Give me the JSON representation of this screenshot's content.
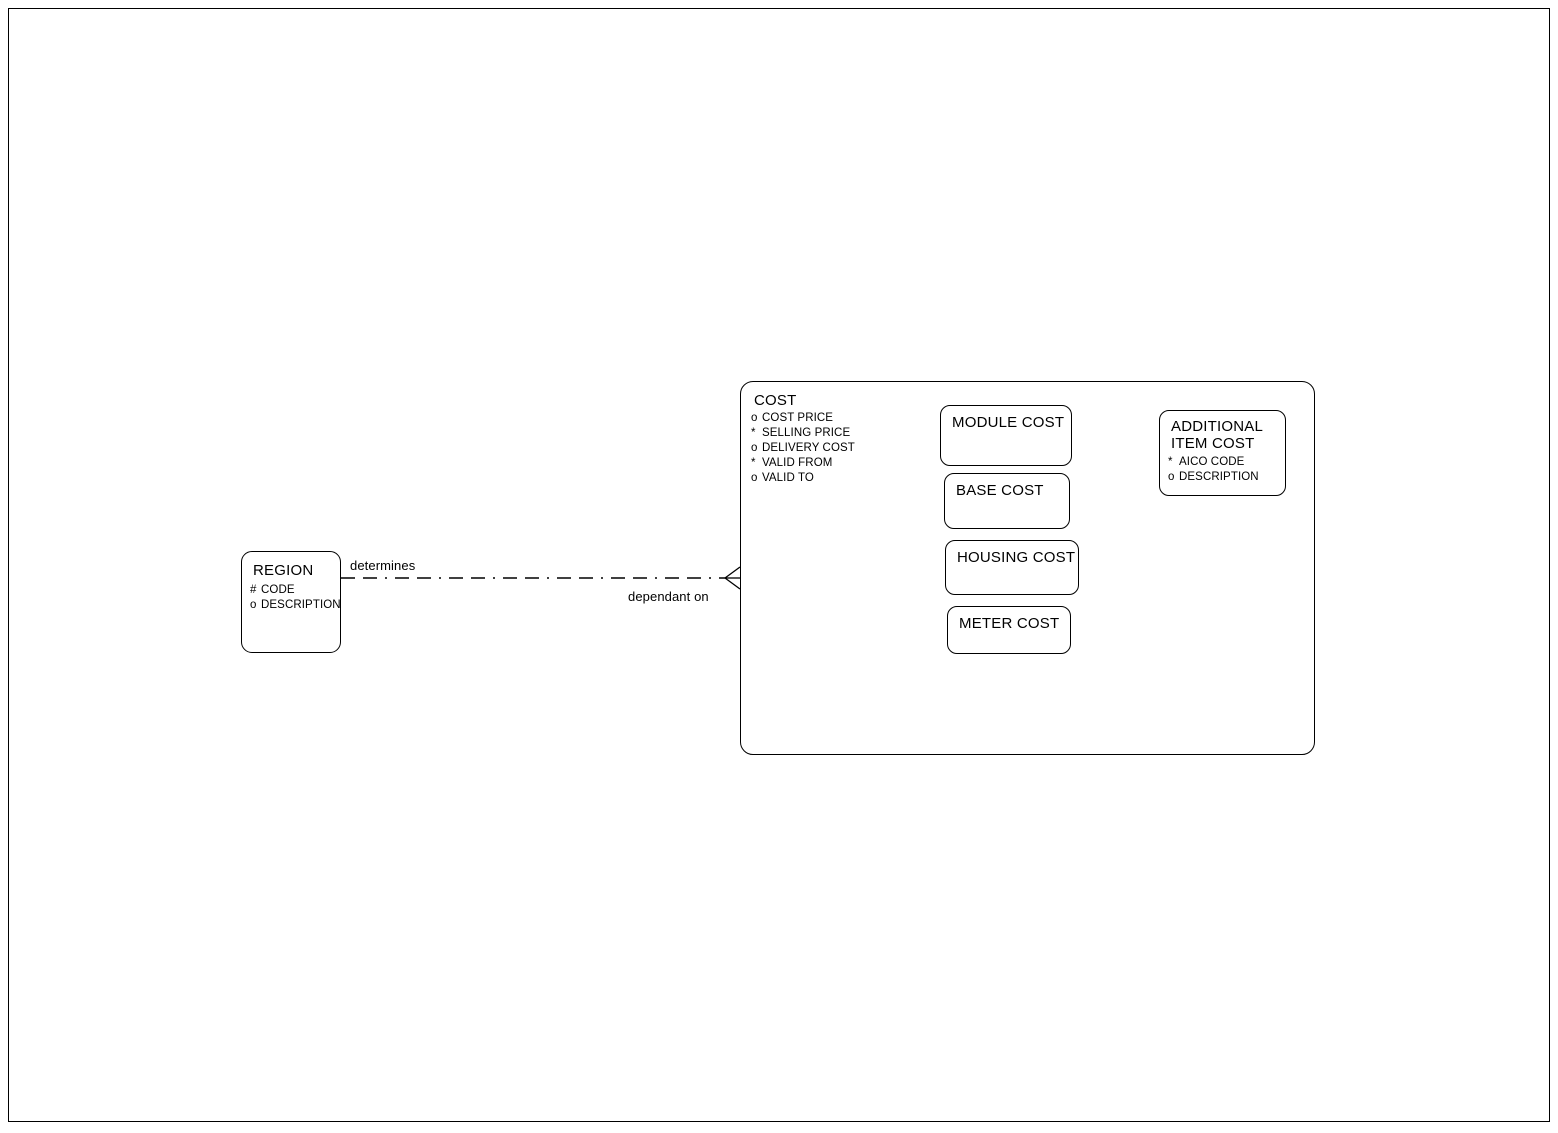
{
  "diagram": {
    "type": "entity-relationship-diagram",
    "border_color": "#000000",
    "background_color": "#ffffff"
  },
  "entities": {
    "cost": {
      "title": "COST",
      "attributes": [
        {
          "mark": "o",
          "name": "COST PRICE"
        },
        {
          "mark": "*",
          "name": "SELLING PRICE"
        },
        {
          "mark": "o",
          "name": "DELIVERY COST"
        },
        {
          "mark": "*",
          "name": "VALID FROM"
        },
        {
          "mark": "o",
          "name": "VALID TO"
        }
      ]
    },
    "module_cost": {
      "title": "MODULE COST"
    },
    "base_cost": {
      "title": "BASE COST"
    },
    "housing_cost": {
      "title": "HOUSING COST"
    },
    "meter_cost": {
      "title": "METER COST"
    },
    "additional_item_cost": {
      "title": "ADDITIONAL\nITEM COST",
      "attributes": [
        {
          "mark": "*",
          "name": "AICO CODE"
        },
        {
          "mark": "o",
          "name": "DESCRIPTION"
        }
      ]
    },
    "region": {
      "title": "REGION",
      "attributes": [
        {
          "mark": "#",
          "name": "CODE"
        },
        {
          "mark": "o",
          "name": "DESCRIPTION"
        }
      ]
    }
  },
  "relationship": {
    "from": "REGION",
    "to": "COST",
    "forward_label": "determines",
    "reverse_label": "dependant on",
    "line_style": "dash-dot",
    "end_marker": "crows-foot"
  }
}
